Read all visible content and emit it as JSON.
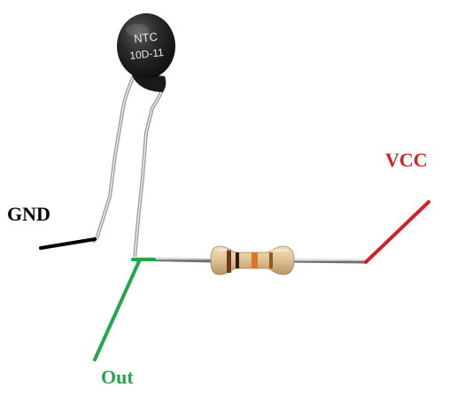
{
  "thermistor": {
    "line1": "NTC",
    "line2": "10D-11"
  },
  "labels": {
    "gnd": "GND",
    "vcc": "VCC",
    "out": "Out"
  },
  "colors": {
    "gnd": "#000000",
    "vcc": "#d42027",
    "out": "#22a84a",
    "thermistor_body": "#1f1f1f",
    "thermistor_text": "#e8e8e8",
    "lead_metal": "#b8b8b8",
    "resistor_body": "#e3c9a1",
    "band_brown": "#6b3a1e",
    "band_orange": "#d9781f",
    "band_black": "#2a1a12"
  },
  "components": {
    "thermistor": "NTC thermistor",
    "resistor": "resistor"
  }
}
